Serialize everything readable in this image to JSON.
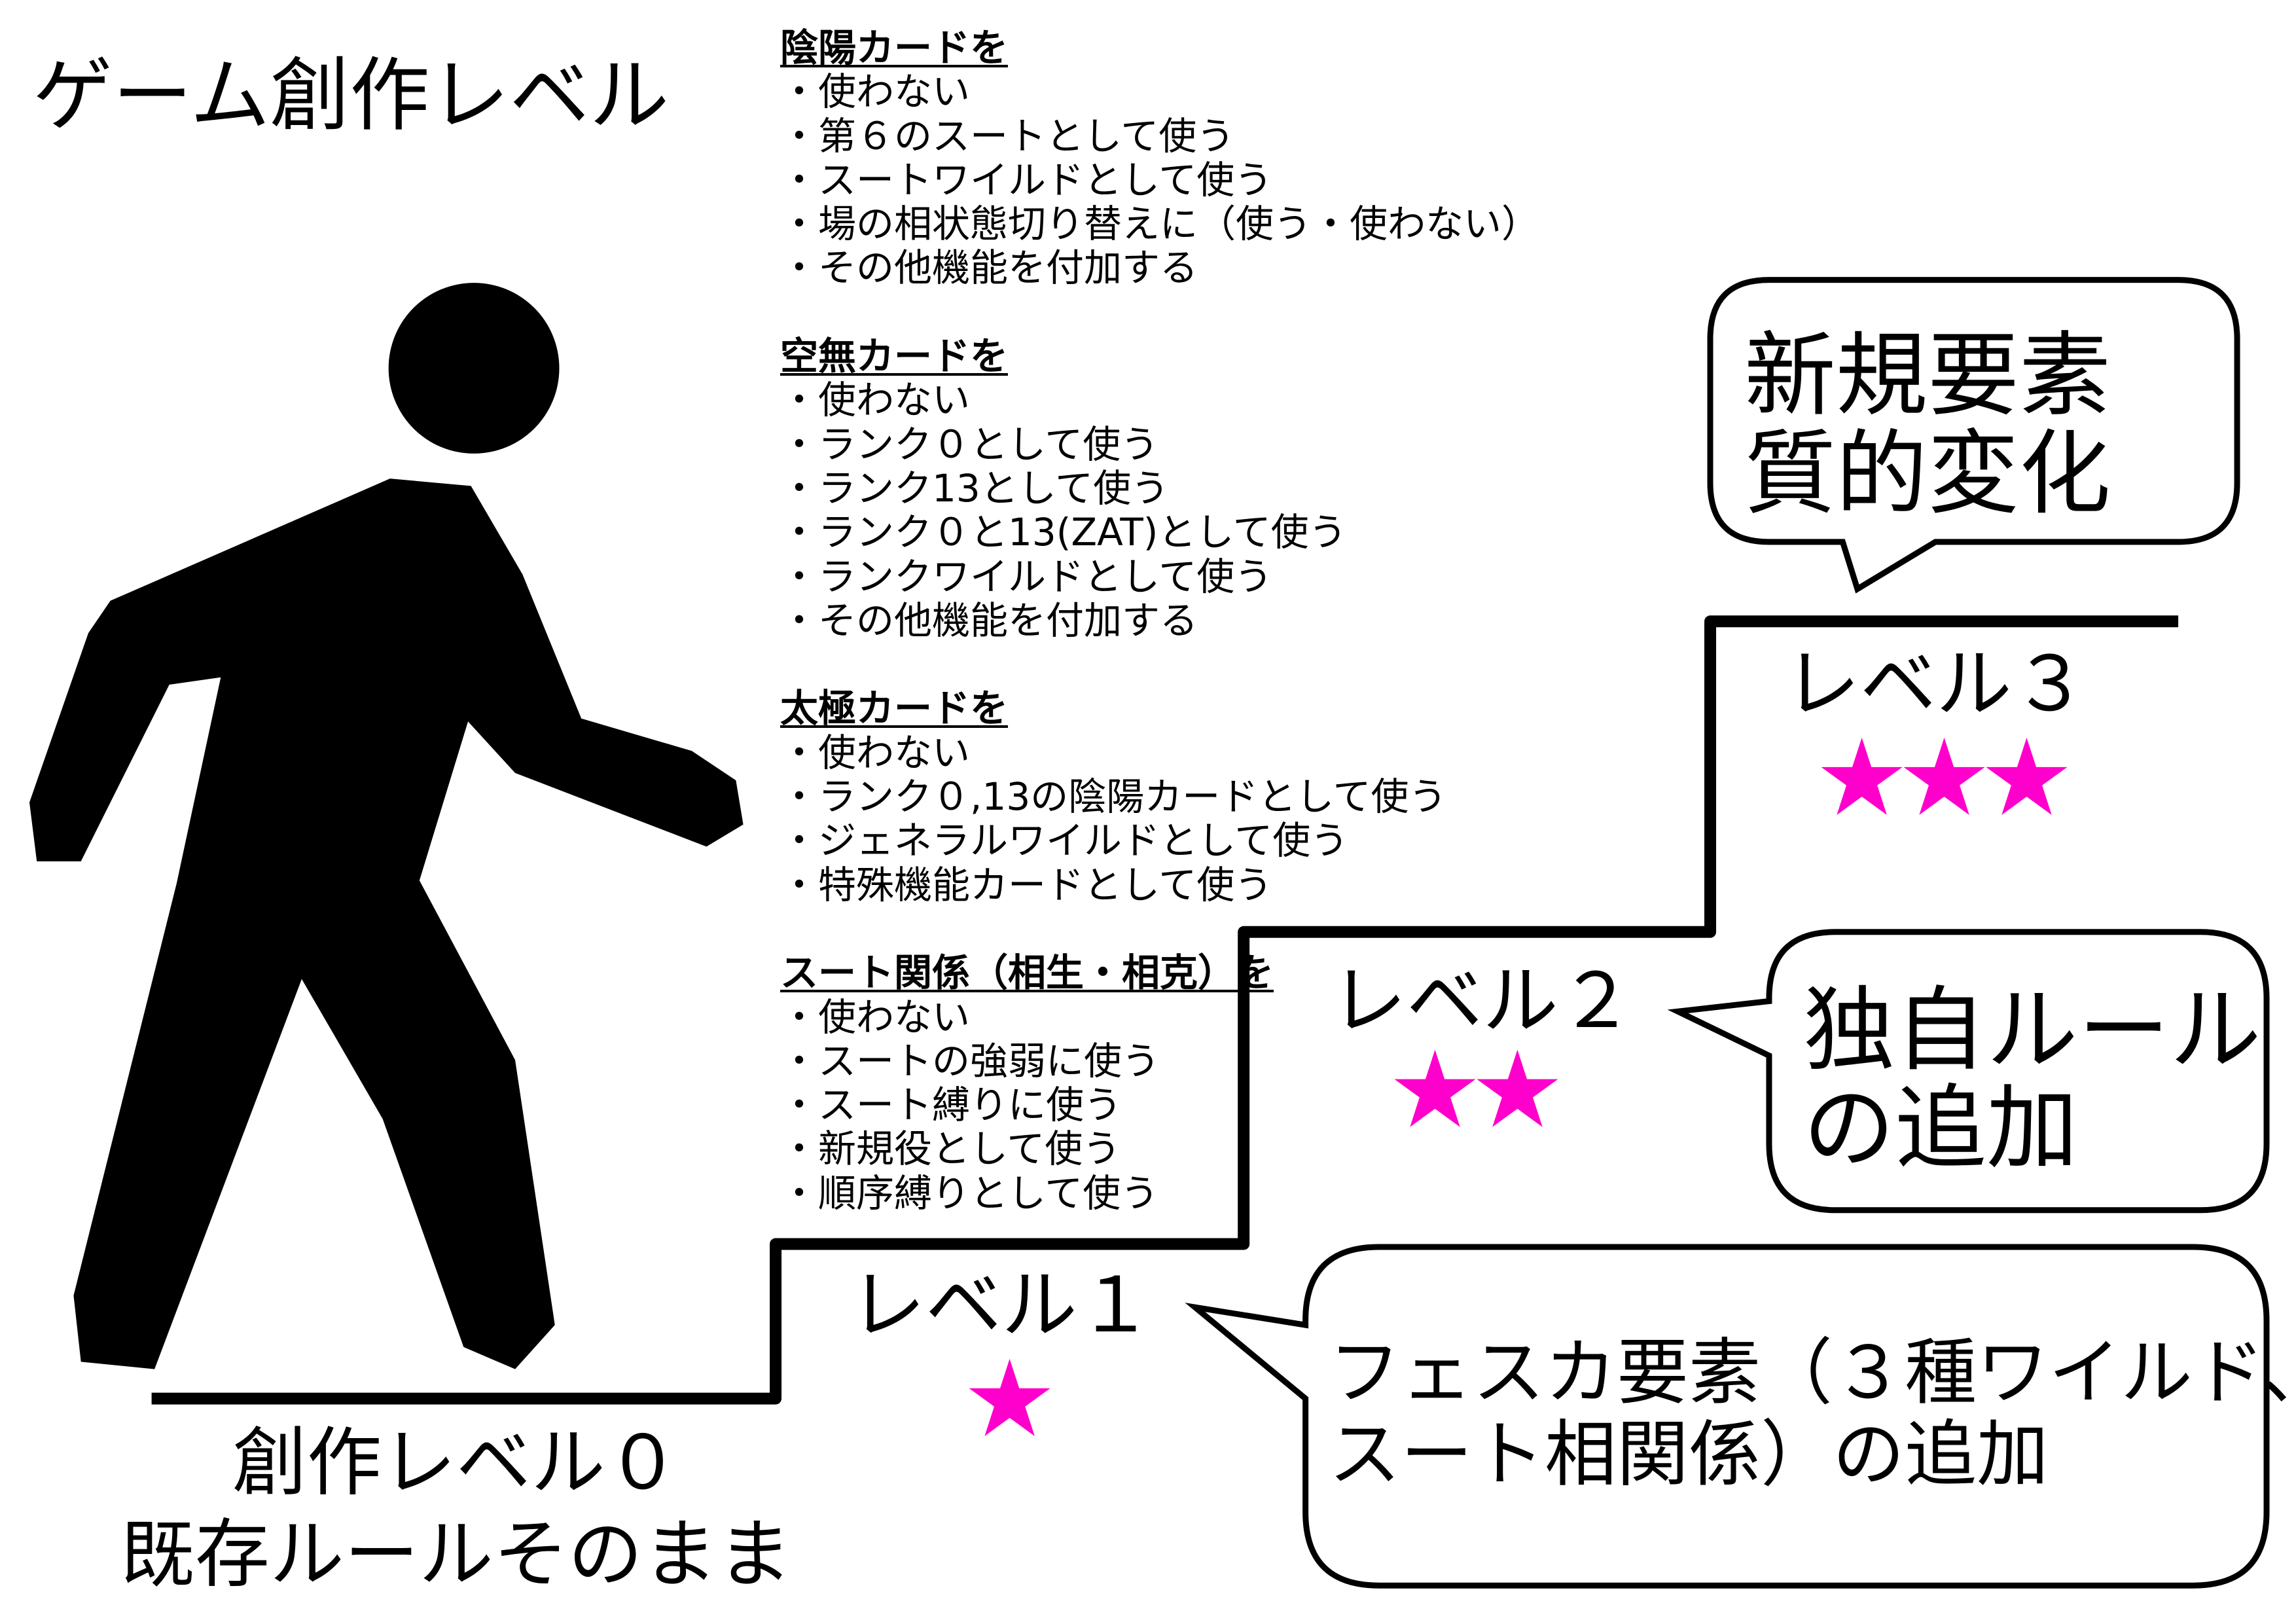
{
  "title": "ゲーム創作レベル",
  "options": [
    {
      "header": "陰陽カードを",
      "items": [
        "・使わない",
        "・第６のスートとして使う",
        "・スートワイルドとして使う",
        "・場の相状態切り替えに（使う・使わない）",
        "・その他機能を付加する"
      ]
    },
    {
      "header": "空無カードを",
      "items": [
        "・使わない",
        "・ランク０として使う",
        "・ランク13として使う",
        "・ランク０と13(ZAT)として使う",
        "・ランクワイルドとして使う",
        "・その他機能を付加する"
      ]
    },
    {
      "header": "太極カードを",
      "items": [
        "・使わない",
        "・ランク０,13の陰陽カードとして使う",
        "・ジェネラルワイルドとして使う",
        "・特殊機能カードとして使う"
      ]
    },
    {
      "header": "スート関係（相生・相克）を",
      "items": [
        "・使わない",
        "・スートの強弱に使う",
        "・スート縛りに使う",
        "・新規役として使う",
        "・順序縛りとして使う"
      ]
    }
  ],
  "base_level": {
    "line1": "創作レベル０",
    "line2": "既存ルールそのまま"
  },
  "levels": [
    {
      "label": "レベル１",
      "stars": 1,
      "bubble": [
        "フェスカ要素（３種ワイルド、",
        "スート相関係）の追加"
      ]
    },
    {
      "label": "レベル２",
      "stars": 2,
      "bubble": [
        "独自ルール",
        "の追加"
      ]
    },
    {
      "label": "レベル３",
      "stars": 3,
      "bubble": [
        "新規要素",
        "質的変化"
      ]
    }
  ],
  "colors": {
    "star": "#ff00cc",
    "line": "#000000"
  },
  "icons": {
    "figure": "walking-person-icon",
    "star": "star-icon"
  }
}
